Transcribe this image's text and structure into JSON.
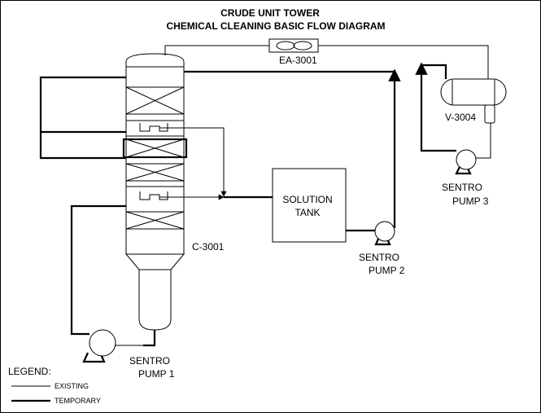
{
  "title": {
    "line1": "CRUDE UNIT TOWER",
    "line2": "CHEMICAL CLEANING BASIC FLOW DIAGRAM"
  },
  "equipment": {
    "column": "C-3001",
    "air_cooler": "EA-3001",
    "drum": "V-3004",
    "solution_tank_line1": "SOLUTION",
    "solution_tank_line2": "TANK",
    "pump1_line1": "SENTRO",
    "pump1_line2": "PUMP 1",
    "pump2_line1": "SENTRO",
    "pump2_line2": "PUMP 2",
    "pump3_line1": "SENTRO",
    "pump3_line2": "PUMP 3"
  },
  "legend": {
    "heading": "LEGEND:",
    "existing": "EXISTING",
    "temporary": "TEMPORARY"
  }
}
